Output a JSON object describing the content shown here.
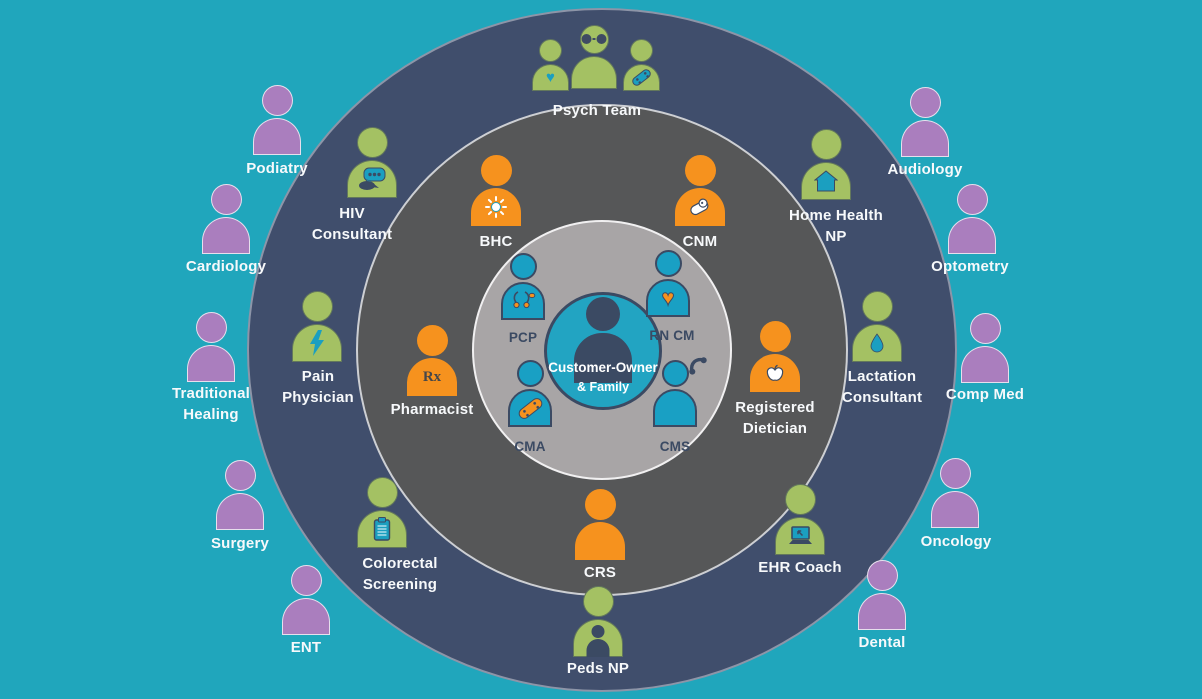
{
  "colors": {
    "background": "#20a6bc",
    "outer_ring": "#404e6c",
    "middle_ring": "#565758",
    "inner_ring": "#a8a5a6",
    "center_circle": "#22a4c2",
    "orange": "#f6921e",
    "green": "#a4c163",
    "purple": "#aa7ebe",
    "teal_person": "#19a0c4",
    "navy": "#3b4a63",
    "icon_teal": "#1b9fc0",
    "label_light": "#f7f9fb"
  },
  "center": {
    "label_line1": "Customer-Owner",
    "label_line2": "& Family",
    "icon": "person-silhouette"
  },
  "inner_ring": {
    "members": [
      {
        "label": "PCP",
        "icon": "stethoscope"
      },
      {
        "label": "RN CM",
        "icon": "heart"
      },
      {
        "label": "CMA",
        "icon": "bandage"
      },
      {
        "label": "CMS",
        "icon": "phone-handset"
      }
    ]
  },
  "middle_ring": {
    "members": [
      {
        "label": "BHC",
        "icon": "sun"
      },
      {
        "label": "CNM",
        "icon": "swaddled-baby"
      },
      {
        "label": "Pharmacist",
        "icon": "rx-text",
        "badge_text": "Rx"
      },
      {
        "label": "Registered Dietician",
        "icon": "apple"
      },
      {
        "label": "CRS",
        "icon": "none"
      }
    ]
  },
  "outer_ring": {
    "members": [
      {
        "label": "Psych Team",
        "icon": "three-people-heart-glasses-bandage"
      },
      {
        "label": "HIV Consultant",
        "icon": "chat-bubbles"
      },
      {
        "label": "Home Health NP",
        "icon": "house"
      },
      {
        "label": "Pain Physician",
        "icon": "lightning-bolt"
      },
      {
        "label": "Lactation Consultant",
        "icon": "water-drop"
      },
      {
        "label": "Colorectal Screening",
        "icon": "clipboard"
      },
      {
        "label": "EHR Coach",
        "icon": "laptop-cursor"
      },
      {
        "label": "Peds NP",
        "icon": "adult-with-child"
      }
    ]
  },
  "external": {
    "members": [
      {
        "label": "Podiatry"
      },
      {
        "label": "Cardiology"
      },
      {
        "label": "Traditional Healing"
      },
      {
        "label": "Surgery"
      },
      {
        "label": "ENT"
      },
      {
        "label": "Audiology"
      },
      {
        "label": "Optometry"
      },
      {
        "label": "Comp Med"
      },
      {
        "label": "Oncology"
      },
      {
        "label": "Dental"
      }
    ]
  },
  "heart_glyph": "♥"
}
